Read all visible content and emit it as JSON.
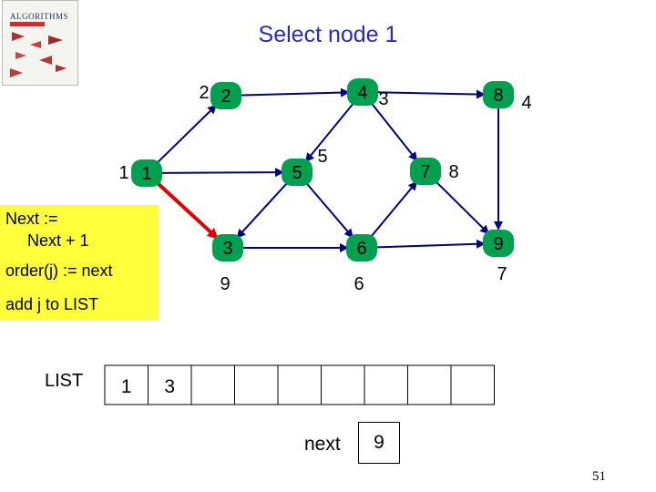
{
  "title": "Select node 1",
  "book_cover": {
    "title": "ALGORITHMS"
  },
  "nodes": [
    {
      "id": "1",
      "outside_label": "1"
    },
    {
      "id": "2",
      "outside_label": "2"
    },
    {
      "id": "3",
      "outside_label": "9"
    },
    {
      "id": "4",
      "outside_label": "3"
    },
    {
      "id": "5",
      "outside_label": "5"
    },
    {
      "id": "6",
      "outside_label": "6"
    },
    {
      "id": "7",
      "outside_label": "8"
    },
    {
      "id": "8",
      "outside_label": "4"
    },
    {
      "id": "9",
      "outside_label": "7"
    }
  ],
  "edges": [
    {
      "from": "1",
      "to": "2",
      "highlighted": false
    },
    {
      "from": "1",
      "to": "5",
      "highlighted": false
    },
    {
      "from": "1",
      "to": "3",
      "highlighted": true
    },
    {
      "from": "2",
      "to": "4",
      "highlighted": false
    },
    {
      "from": "4",
      "to": "5",
      "highlighted": false
    },
    {
      "from": "4",
      "to": "7",
      "highlighted": false
    },
    {
      "from": "4",
      "to": "8",
      "highlighted": false
    },
    {
      "from": "5",
      "to": "3",
      "highlighted": false
    },
    {
      "from": "5",
      "to": "6",
      "highlighted": false
    },
    {
      "from": "3",
      "to": "6",
      "highlighted": false
    },
    {
      "from": "6",
      "to": "7",
      "highlighted": false
    },
    {
      "from": "6",
      "to": "9",
      "highlighted": false
    },
    {
      "from": "8",
      "to": "9",
      "highlighted": false
    },
    {
      "from": "7",
      "to": "9",
      "highlighted": false
    }
  ],
  "callout": {
    "line1": "Next :=",
    "line2": "Next + 1",
    "line3": "order(j) := next",
    "line4": "add j to LIST"
  },
  "list": {
    "label": "LIST",
    "items": [
      "1",
      "3",
      "",
      "",
      "",
      "",
      "",
      "",
      ""
    ]
  },
  "next": {
    "label": "next",
    "value": "9"
  },
  "page_number": "51",
  "colors": {
    "node_fill": "#00a050",
    "arrow": "#000080",
    "highlight_arrow": "#e00000",
    "callout_bg": "#ffff3c",
    "title": "#2b2bb5"
  }
}
